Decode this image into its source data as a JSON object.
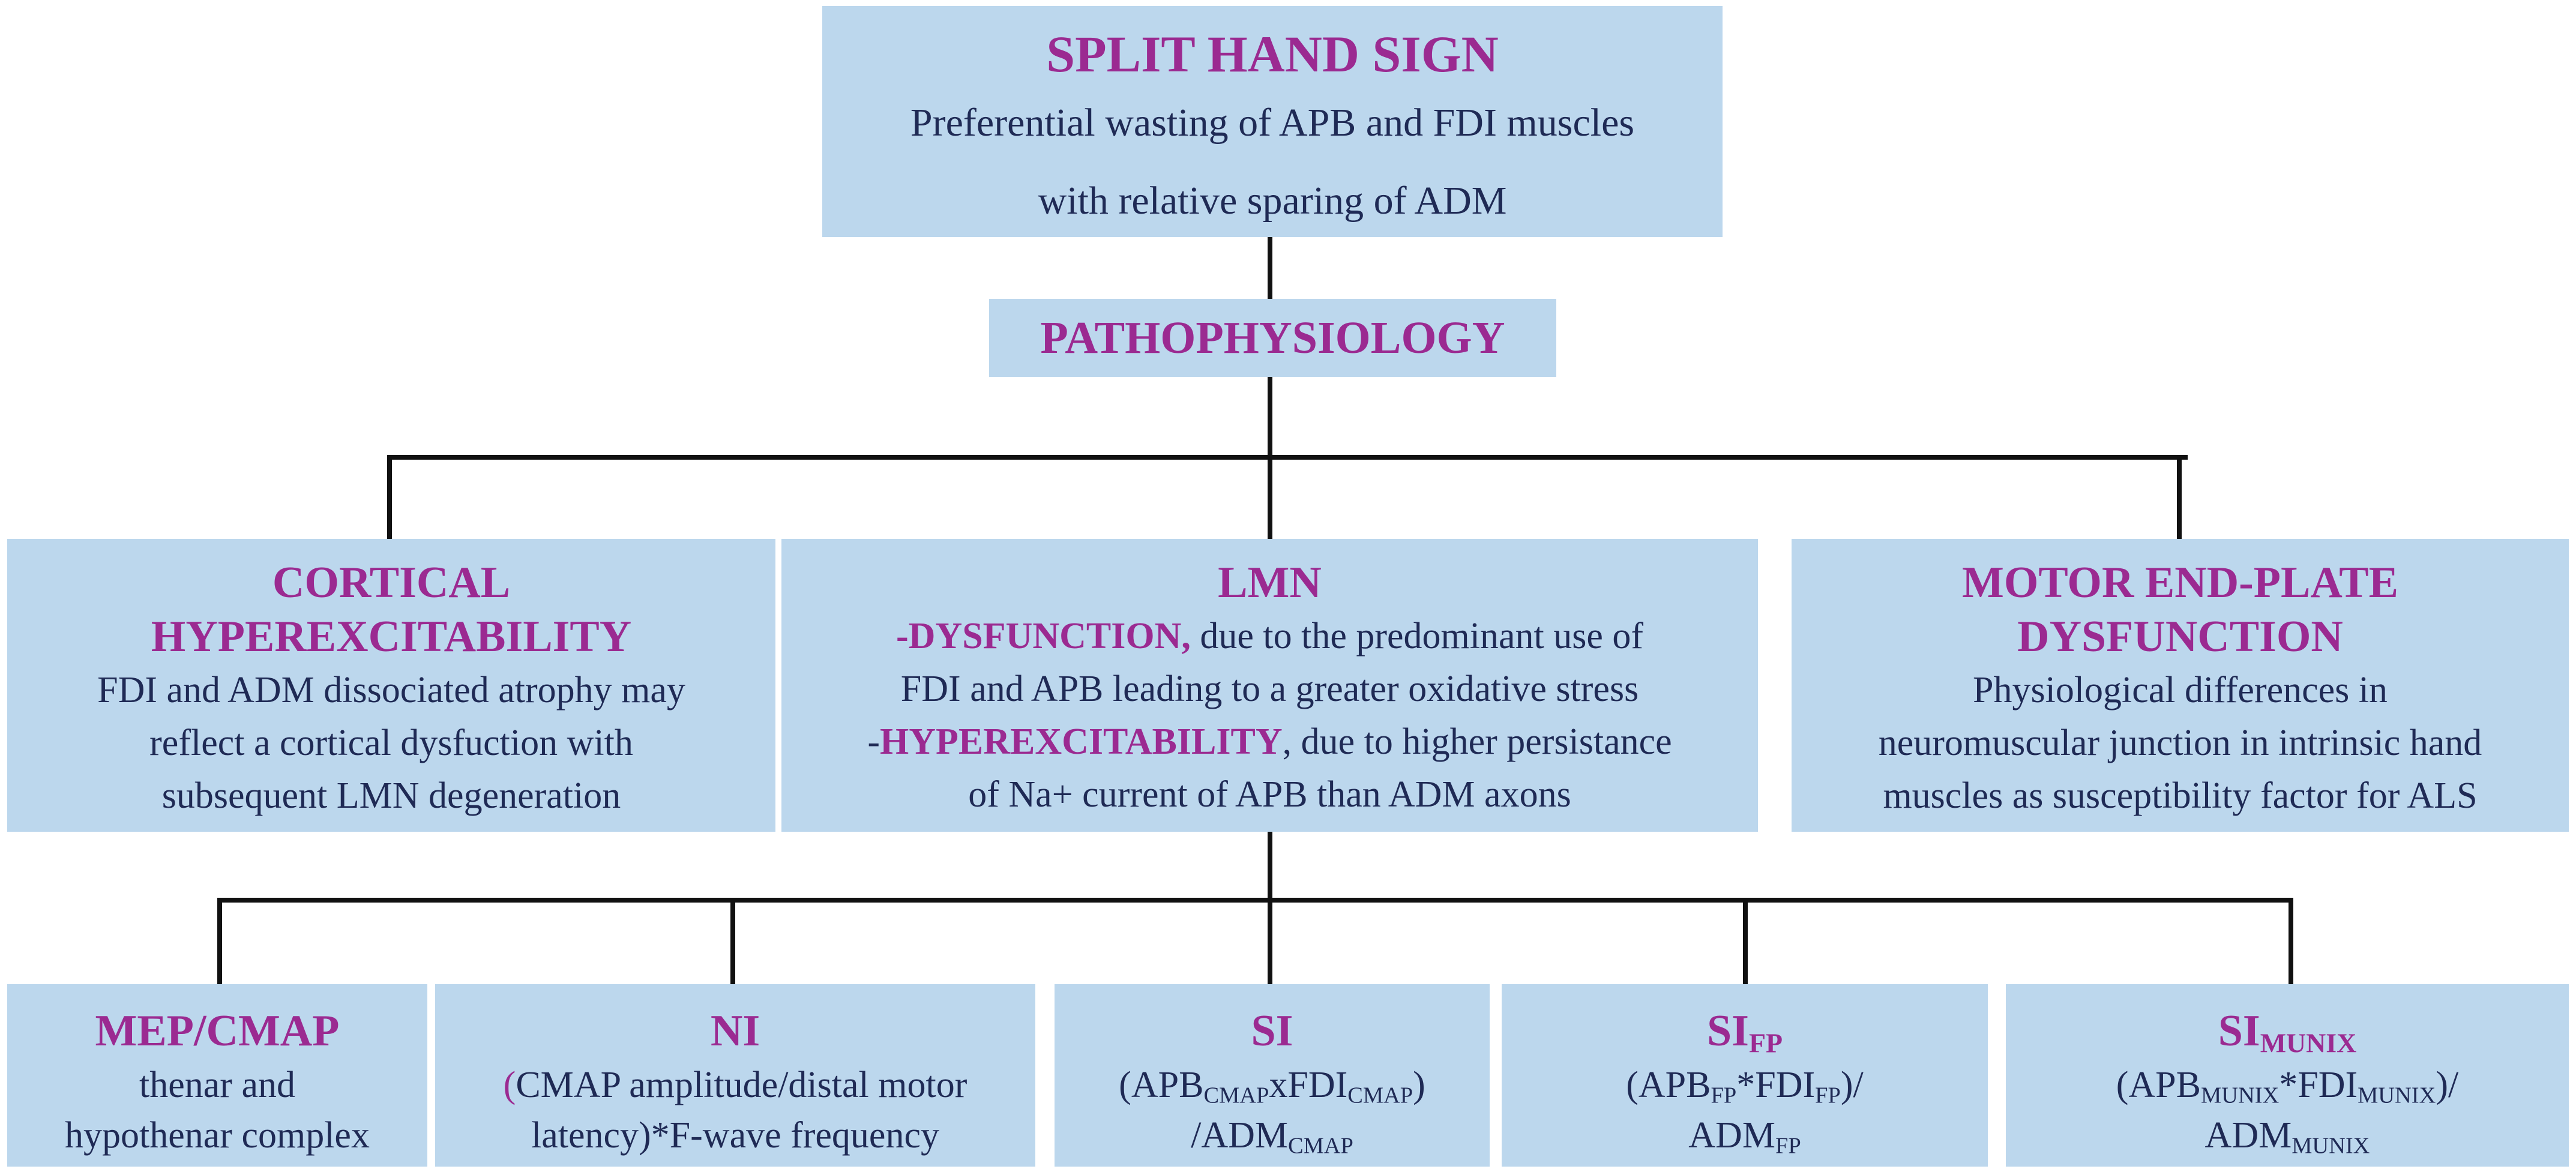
{
  "split": {
    "title": "SPLIT HAND SIGN",
    "line1": "Preferential wasting of APB and FDI muscles",
    "line2": "with relative sparing of ADM"
  },
  "patho": {
    "title": "PATHOPHYSIOLOGY"
  },
  "cortical": {
    "title1": "CORTICAL",
    "title2": "HYPEREXCITABILITY",
    "line1": "FDI and ADM dissociated atrophy may",
    "line2": "reflect a cortical dysfuction with",
    "line3": "subsequent LMN degeneration"
  },
  "lmn": {
    "title": "LMN",
    "dys_dash": "-",
    "dys_term": "DYSFUNCTION,",
    "dys_rest": " due to the predominant use of",
    "line2": "FDI and APB leading to a greater oxidative stress",
    "hyp_dash": "-",
    "hyp_term": "HYPEREXCITABILITY",
    "hyp_rest": ", due to higher persistance",
    "line4": "of Na+ current of APB than ADM axons"
  },
  "motor": {
    "title1": "MOTOR END-PLATE",
    "title2": "DYSFUNCTION",
    "line1": "Physiological differences in",
    "line2": "neuromuscular junction in intrinsic hand",
    "line3": "muscles as susceptibility factor for ALS"
  },
  "mep": {
    "title": "MEP/CMAP",
    "line1": "thenar and",
    "line2": "hypothenar complex"
  },
  "ni": {
    "title": "NI",
    "paren": "(",
    "line1": "CMAP amplitude/distal motor",
    "line2": "latency)*F-wave frequency"
  },
  "si": {
    "title": "SI",
    "open": "(APB",
    "sub1": "CMAP",
    "mid": "xFDI",
    "sub2": "CMAP",
    "close": ")",
    "div": "/ADM",
    "sub3": "CMAP"
  },
  "sifp": {
    "title": "SI",
    "title_sub": "FP",
    "open": "(APB",
    "sub1": "FP",
    "mid": "*FDI",
    "sub2": "FP",
    "close": ")/",
    "adm": "ADM",
    "sub3": "FP"
  },
  "simunix": {
    "title": "SI",
    "title_sub": "MUNIX",
    "open": "(APB",
    "sub1": "MUNIX",
    "mid": "*FDI",
    "sub2": "MUNIX",
    "close": ")/",
    "adm": "ADM",
    "sub3": "MUNIX"
  },
  "colors": {
    "box_fill": "#bcd7ed",
    "title_text": "#9b2a91",
    "body_text": "#1f2a55",
    "connector": "#111111"
  }
}
